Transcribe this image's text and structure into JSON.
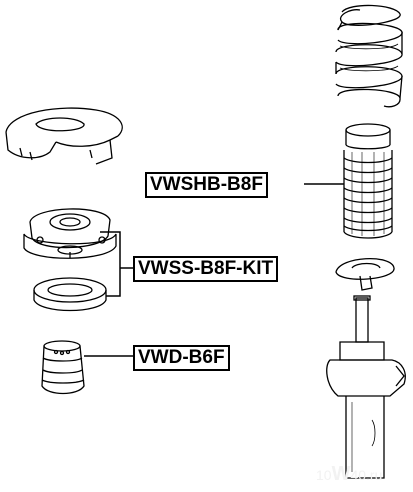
{
  "labels": {
    "boot": "VWSHB-B8F",
    "support_kit": "VWSS-B8F-KIT",
    "bump_stop": "VWD-B6F"
  },
  "watermark": {
    "part1": "10",
    "part2": "W",
    "part3": "40",
    "part4": ".ru"
  },
  "colors": {
    "line": "#000000",
    "label_border": "#000000",
    "background": "#ffffff"
  }
}
